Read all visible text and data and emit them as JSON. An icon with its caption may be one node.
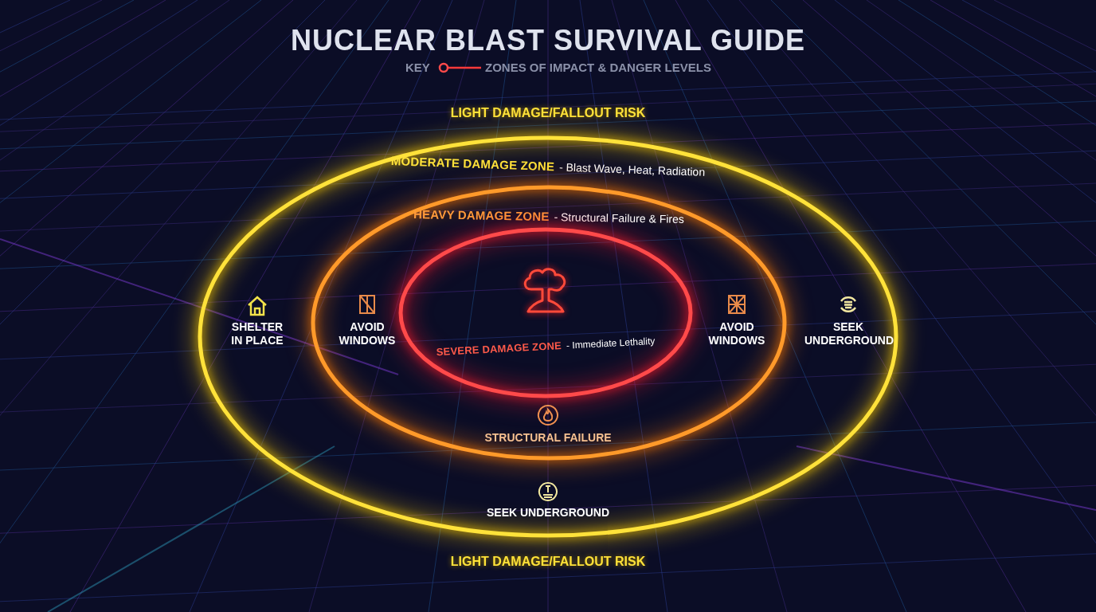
{
  "diagram": {
    "title": "NUCLEAR BLAST SURVIVAL GUIDE",
    "nodes": [
      {
        "text": [
          "MODERATE DAMAGE ZONE",
          "- Blast Wave, Heat, Radiation"
        ],
        "beside": [
          "LIGHT DAMAGE/FALLOUT RISK",
          "LIGHT DAMAGE/FALLOUT RISK"
        ]
      },
      {
        "text": [
          "HEAVY DAMAGE ZONE",
          "- Structural Failure & Fires"
        ],
        "in": 0
      },
      {
        "text": [
          "SEVERE DAMAGE ZONE",
          "- Immediate Lethality"
        ],
        "in": 1
      }
    ],
    "labels": [
      "KEY",
      "SHELTER IN PLACE",
      "AVOID WINDOWS",
      "AVOID WINDOWS",
      "SEEK UNDERGROUND",
      "STRUCTURAL FAILURE",
      "SEEK UNDERGROUND"
    ],
    "legend": [
      {
        "text": "ZONES OF IMPACT & DANGER LEVELS"
      }
    ]
  }
}
